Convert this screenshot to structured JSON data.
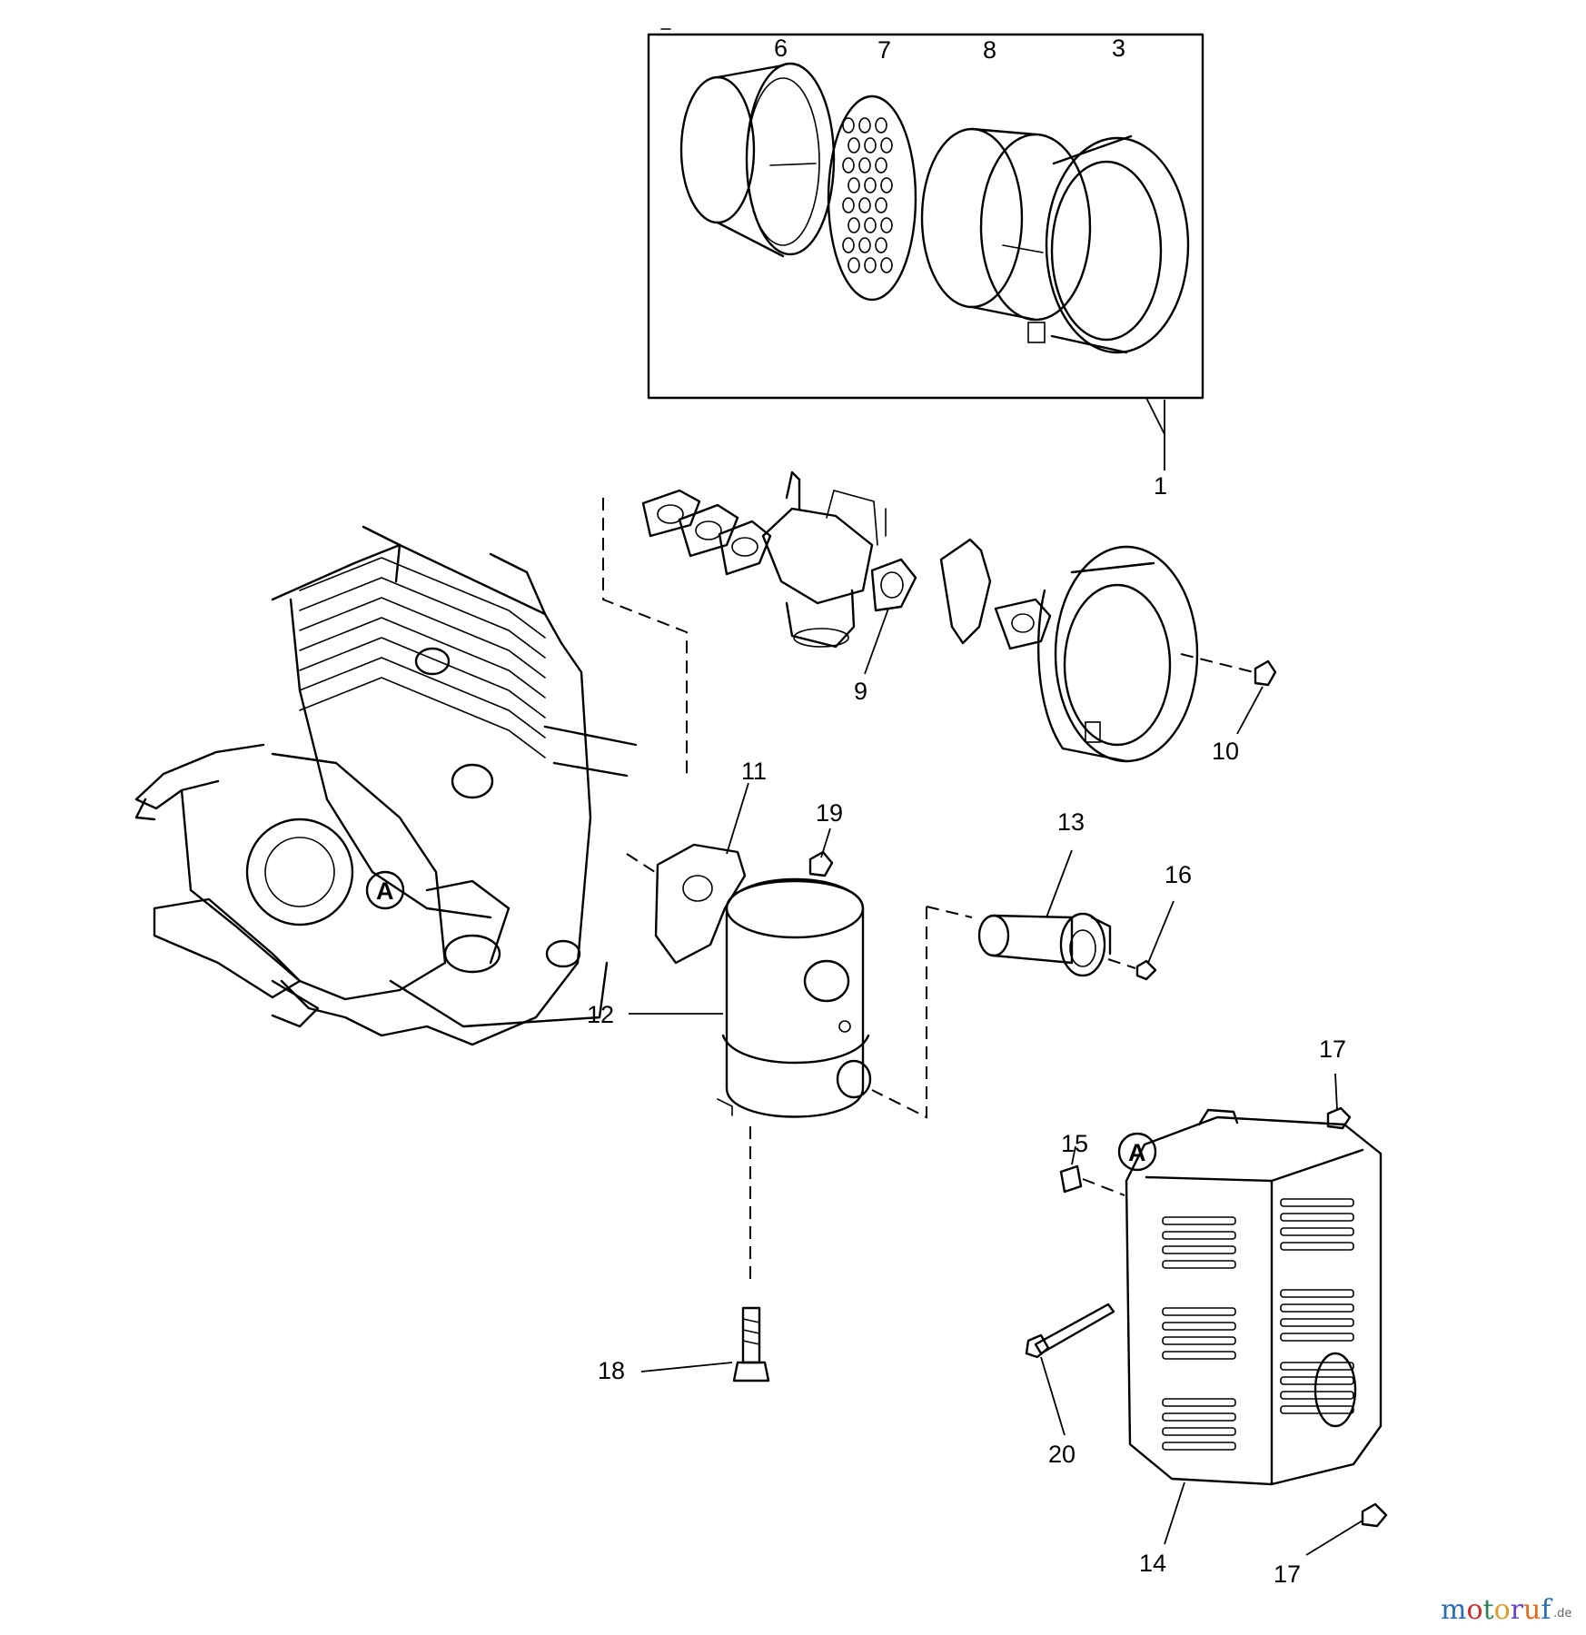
{
  "callouts": {
    "c1": "1",
    "c3": "3",
    "c6": "6",
    "c7": "7",
    "c8": "8",
    "c9": "9",
    "c10": "10",
    "c11": "11",
    "c12": "12",
    "c13": "13",
    "c14": "14",
    "c15": "15",
    "c16": "16",
    "c17a": "17",
    "c17b": "17",
    "c18": "18",
    "c19": "19",
    "c20": "20"
  },
  "markers": {
    "a_engine": "A",
    "a_guard": "A"
  },
  "watermark": {
    "brand": "motoruf",
    "tld": ".de",
    "letter_colors": [
      "#2b6cb0",
      "#c53030",
      "#2f855a",
      "#d69e2e",
      "#6b46c1",
      "#dd6b20",
      "#2b6cb0"
    ]
  }
}
